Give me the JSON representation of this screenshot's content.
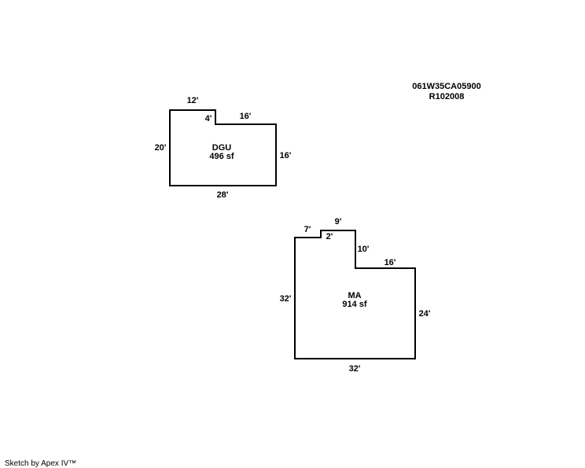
{
  "header": {
    "parcel_id": "061W35CA05900",
    "account": "R102008"
  },
  "areas": [
    {
      "name": "DGU",
      "area": "496 sf",
      "dims": [
        "12'",
        "4'",
        "16'",
        "16'",
        "28'",
        "20'"
      ]
    },
    {
      "name": "MA",
      "area": "914 sf",
      "dims": [
        "7'",
        "2'",
        "9'",
        "10'",
        "16'",
        "24'",
        "32'",
        "32'"
      ]
    }
  ],
  "footer": {
    "credit": "Sketch by Apex IV™"
  },
  "colors": {
    "line": "#000000",
    "background": "#ffffff"
  }
}
